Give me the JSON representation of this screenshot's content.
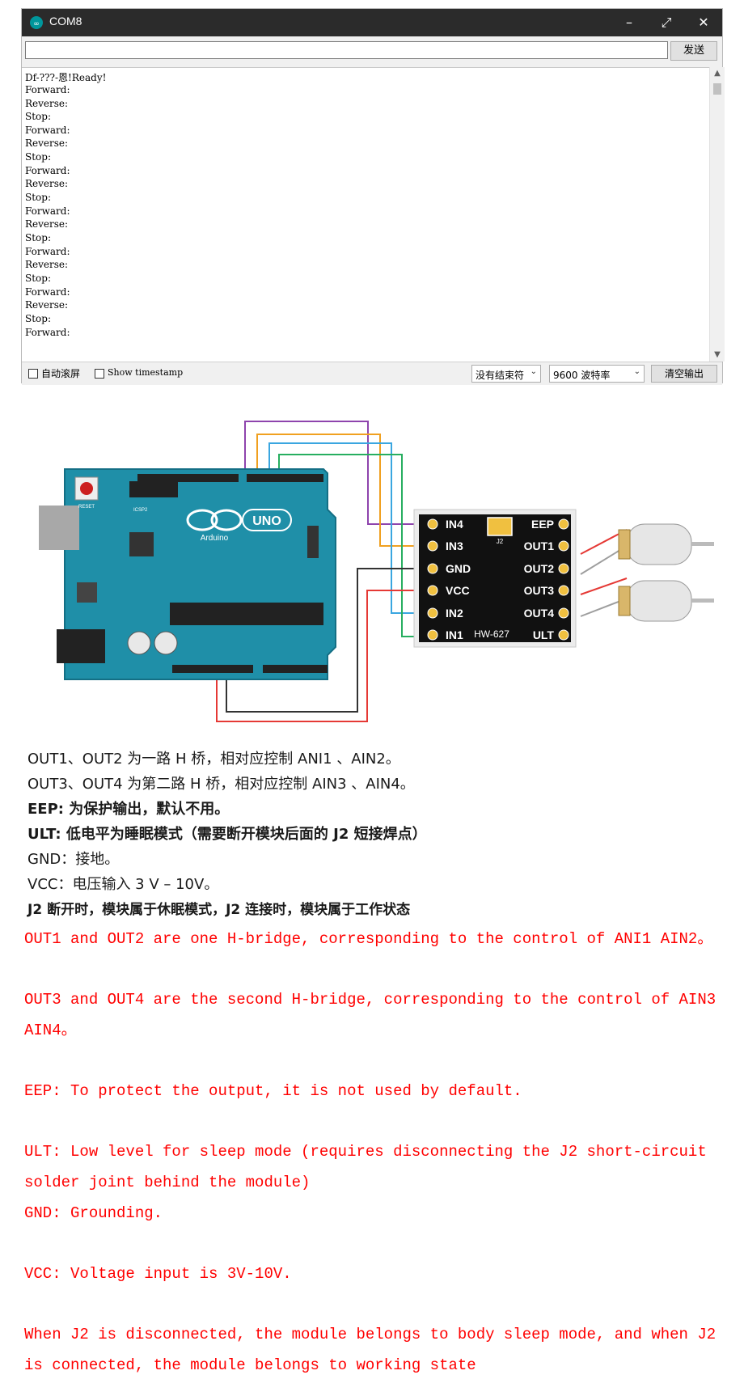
{
  "window": {
    "title": "COM8",
    "controls": {
      "minimize": "–",
      "maximize": "⤢",
      "close": "✕"
    }
  },
  "send": {
    "input_value": "",
    "button_label": "发送"
  },
  "output_lines": [
    "Df-???-恩!Ready!",
    "Forward:",
    "Reverse:",
    "Stop:",
    "Forward:",
    "Reverse:",
    "Stop:",
    "Forward:",
    "Reverse:",
    "Stop:",
    "Forward:",
    "Reverse:",
    "Stop:",
    "Forward:",
    "Reverse:",
    "Stop:",
    "Forward:",
    "Reverse:",
    "Stop:",
    "Forward:"
  ],
  "statusbar": {
    "autoscroll_label": "自动滚屏",
    "timestamp_label": "Show timestamp",
    "line_ending": "没有结束符",
    "baud_rate": "9600 波特率",
    "clear_label": "清空输出"
  },
  "diagram": {
    "arduino": {
      "logo": "UNO",
      "brand": "Arduino",
      "reset_label": "RESET",
      "icsp_label": "ICSP2"
    },
    "module": {
      "left_pins": [
        "IN4",
        "IN3",
        "GND",
        "VCC",
        "IN2",
        "IN1"
      ],
      "right_pins": [
        "EEP",
        "OUT1",
        "OUT2",
        "OUT3",
        "OUT4",
        "ULT"
      ],
      "jumper_label": "J2",
      "model": "HW-627"
    },
    "wire_colors": {
      "purple": "#8e44ad",
      "orange": "#f0a020",
      "blue": "#3aa6e0",
      "green": "#27ae60",
      "red": "#e53935",
      "black": "#333333",
      "gray": "#9e9e9e"
    }
  },
  "notes_cn": [
    "OUT1、OUT2 为一路 H 桥，相对应控制 ANI1 、AIN2。",
    "OUT3、OUT4 为第二路 H 桥，相对应控制 AIN3 、AIN4。",
    "EEP: 为保护输出，默认不用。",
    "ULT: 低电平为睡眠模式（需要断开模块后面的 J2 短接焊点）",
    "GND：接地。",
    "VCC：电压输入 3 V – 10V。",
    "J2 断开时，模块属于休眠模式，J2 连接时，模块属于工作状态"
  ],
  "notes_en": [
    "OUT1 and OUT2 are one H-bridge, corresponding to the control of ANI1 AIN2。",
    "OUT3 and OUT4 are the second H-bridge, corresponding to the control of AIN3 AIN4。",
    "EEP: To protect the output, it is not used by default.",
    "ULT: Low level for sleep mode (requires disconnecting the J2 short-circuit solder joint behind the module)",
    "GND: Grounding.",
    "VCC: Voltage input is 3V-10V.",
    "When J2 is disconnected, the module belongs to body sleep mode, and when J2 is connected, the module belongs to working state"
  ]
}
